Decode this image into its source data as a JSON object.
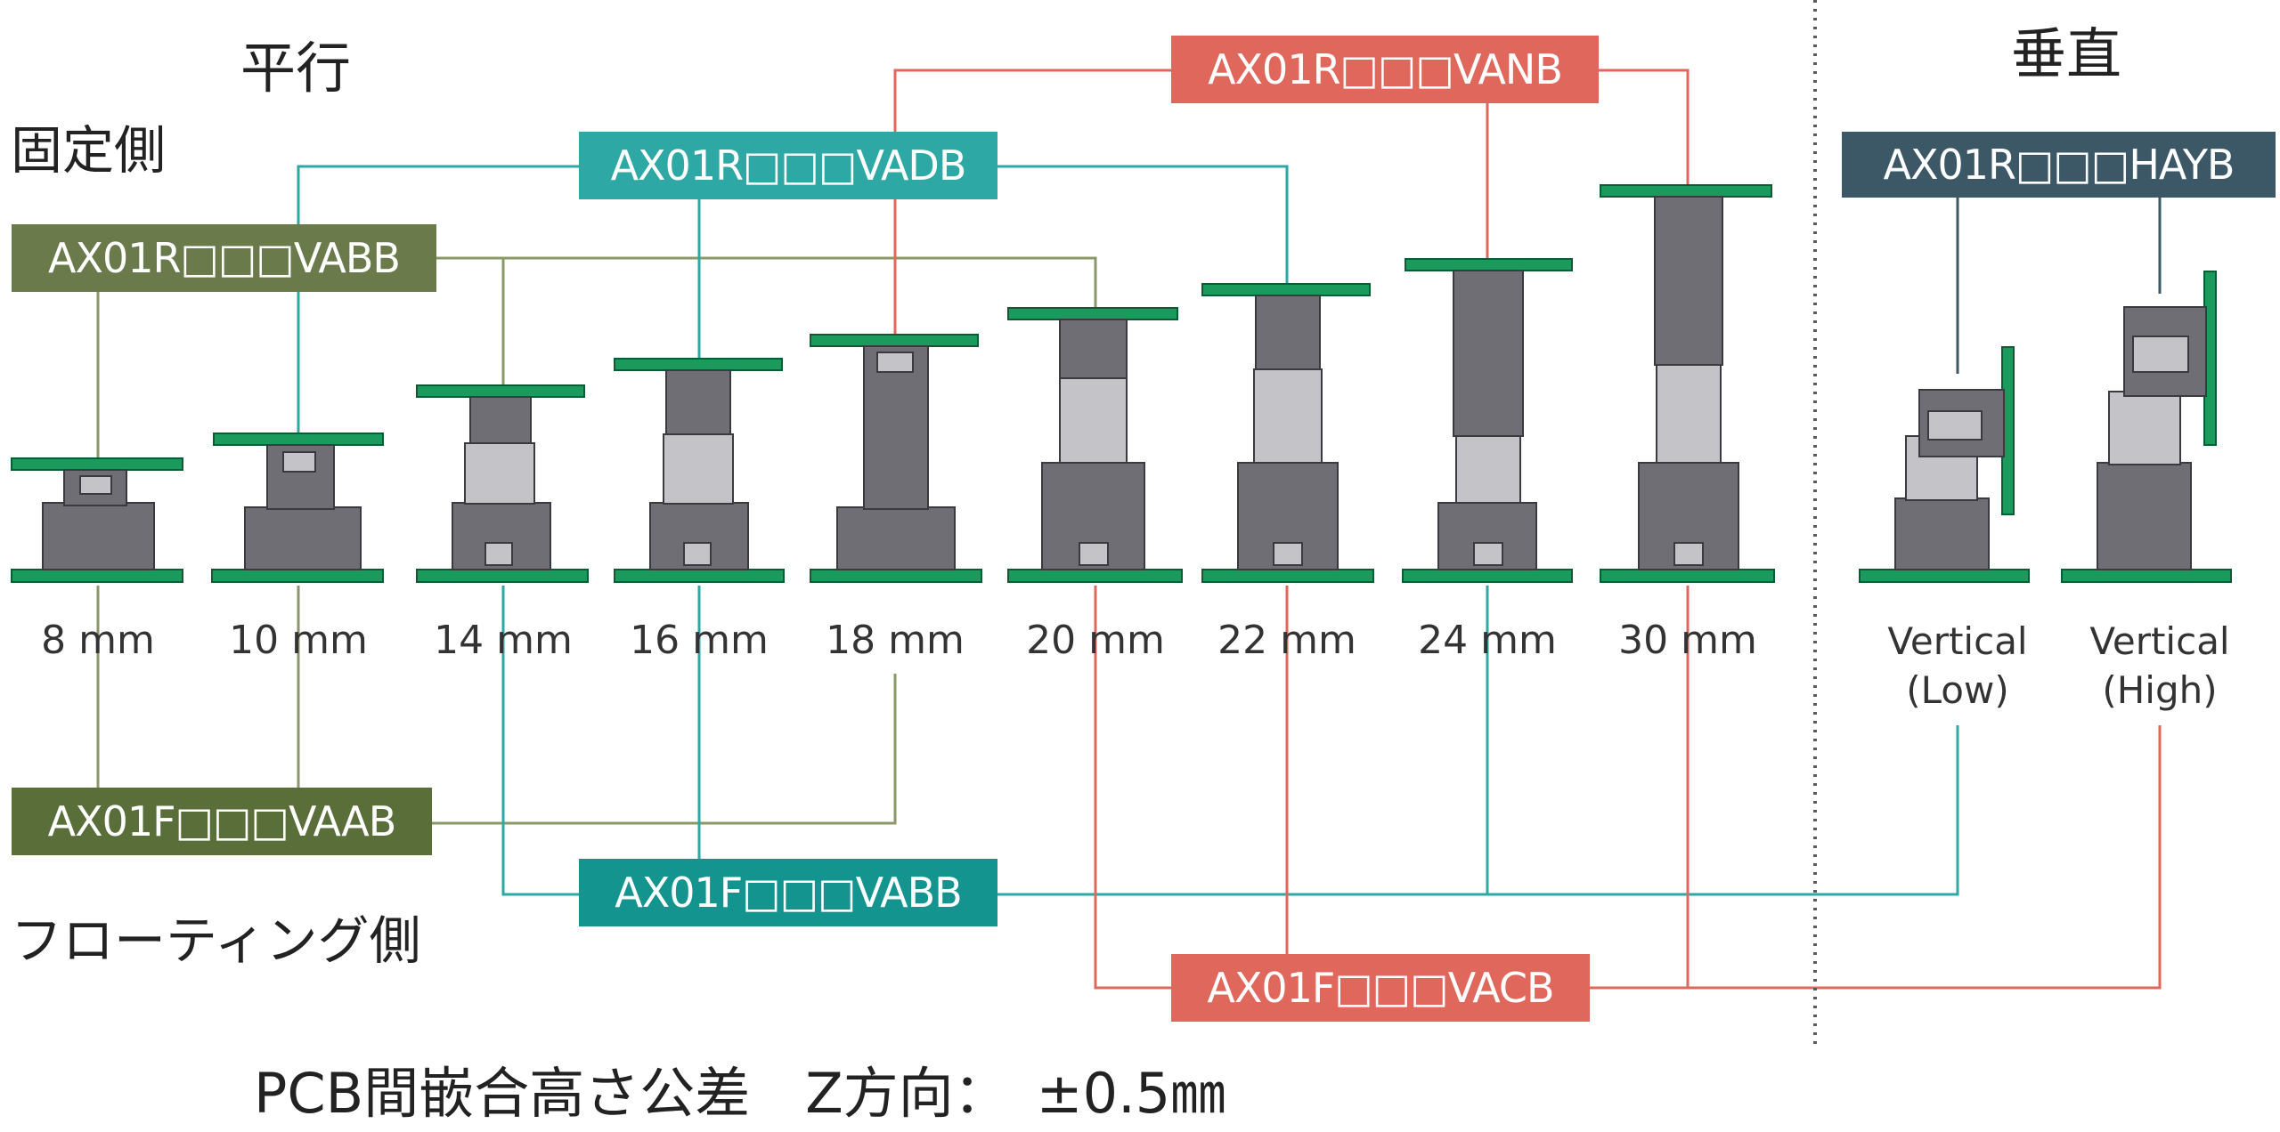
{
  "sections": {
    "parallel": "平行",
    "vertical": "垂直"
  },
  "sides": {
    "fixed": "固定側",
    "floating": "フローティング側"
  },
  "products": {
    "r_vanb": "AX01R□□□VANB",
    "r_vadb": "AX01R□□□VADB",
    "r_vabb": "AX01R□□□VABB",
    "r_hayb": "AX01R□□□HAYB",
    "f_vaab": "AX01F□□□VAAB",
    "f_vabb": "AX01F□□□VABB",
    "f_vacb": "AX01F□□□VACB"
  },
  "heights": [
    "8 mm",
    "10 mm",
    "14 mm",
    "16 mm",
    "18 mm",
    "20 mm",
    "22 mm",
    "24 mm",
    "30 mm"
  ],
  "vertical_types": [
    {
      "line1": "Vertical",
      "line2": "(Low)"
    },
    {
      "line1": "Vertical",
      "line2": "(High)"
    }
  ],
  "footer": "PCB間嵌合高さ公差　Z方向：　±0.5㎜",
  "colors": {
    "olive": "#6b7a4a",
    "olive_dark": "#5a6e3a",
    "teal": "#2ea8a4",
    "teal_dark": "#14948e",
    "coral": "#e0675c",
    "slate": "#3c5866",
    "pcb_green": "#1a9a5c",
    "connector_dark": "#6e6e74",
    "connector_light": "#c4c4c8"
  }
}
